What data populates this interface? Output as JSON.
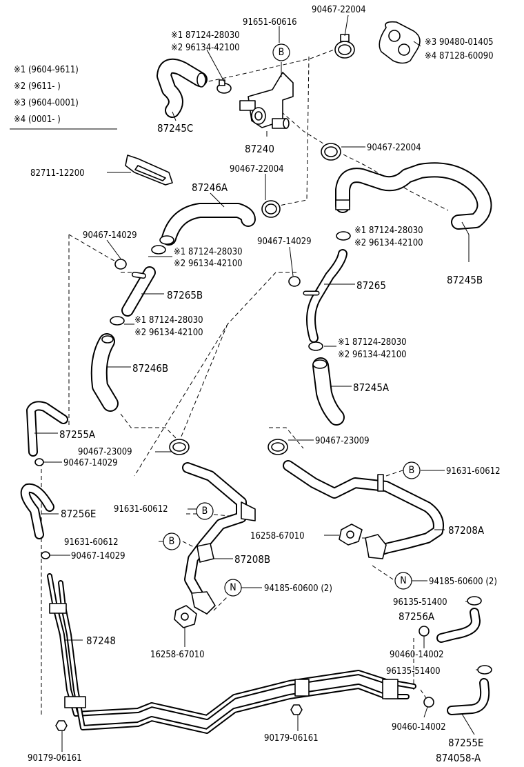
{
  "legend": {
    "rows": [
      "※1 (9604-9611)",
      "※2 (9611-       )",
      "※3 (9604-0001)",
      "※4 (0001-       )"
    ]
  },
  "callouts": {
    "b": "B",
    "n": "N"
  },
  "labels": {
    "l_87124_28030_top": "※1 87124-28030",
    "l_96134_42100_top": "※2 96134-42100",
    "l_91651_60616": "91651-60616",
    "l_90467_22004_a": "90467-22004",
    "l_90480_01405": "※3 90480-01405",
    "l_87128_60090": "※4 87128-60090",
    "l_87245C": "87245C",
    "l_87240": "87240",
    "l_90467_22004_b": "90467-22004",
    "l_82711_12200": "82711-12200",
    "l_90467_22004_c": "90467-22004",
    "l_87246A": "87246A",
    "l_90467_14029_a": "90467-14029",
    "l_87124_28030_b": "※1 87124-28030",
    "l_96134_42100_b": "※2 96134-42100",
    "l_90467_14029_b": "90467-14029",
    "l_87124_28030_c": "※1 87124-28030",
    "l_96134_42100_c": "※2 96134-42100",
    "l_87245B": "87245B",
    "l_87265B": "87265B",
    "l_87265": "87265",
    "l_87124_28030_d": "※1 87124-28030",
    "l_96134_42100_d": "※2 96134-42100",
    "l_87124_28030_e": "※1 87124-28030",
    "l_96134_42100_e": "※2 96134-42100",
    "l_87246B": "87246B",
    "l_87245A": "87245A",
    "l_87255A": "87255A",
    "l_90467_23009_a": "90467-23009",
    "l_90467_23009_b": "90467-23009",
    "l_90467_14029_c": "90467-14029",
    "l_91631_60612_a": "91631-60612",
    "l_87256E": "87256E",
    "l_91631_60612_b": "91631-60612",
    "l_87208A": "87208A",
    "l_16258_67010_a": "16258-67010",
    "l_91631_60612_c": "91631-60612",
    "l_87208B": "87208B",
    "l_90467_14029_d": "90467-14029",
    "l_94185_60600_a": "94185-60600 (2)",
    "l_94185_60600_b": "94185-60600 (2)",
    "l_96135_51400_a": "96135-51400",
    "l_87256A": "87256A",
    "l_87248": "87248",
    "l_16258_67010_b": "16258-67010",
    "l_90460_14002_a": "90460-14002",
    "l_96135_51400_b": "96135-51400",
    "l_90460_14002_b": "90460-14002",
    "l_90179_06161_a": "90179-06161",
    "l_90179_06161_b": "90179-06161",
    "l_87255E": "87255E",
    "l_874058_A": "874058-A"
  }
}
